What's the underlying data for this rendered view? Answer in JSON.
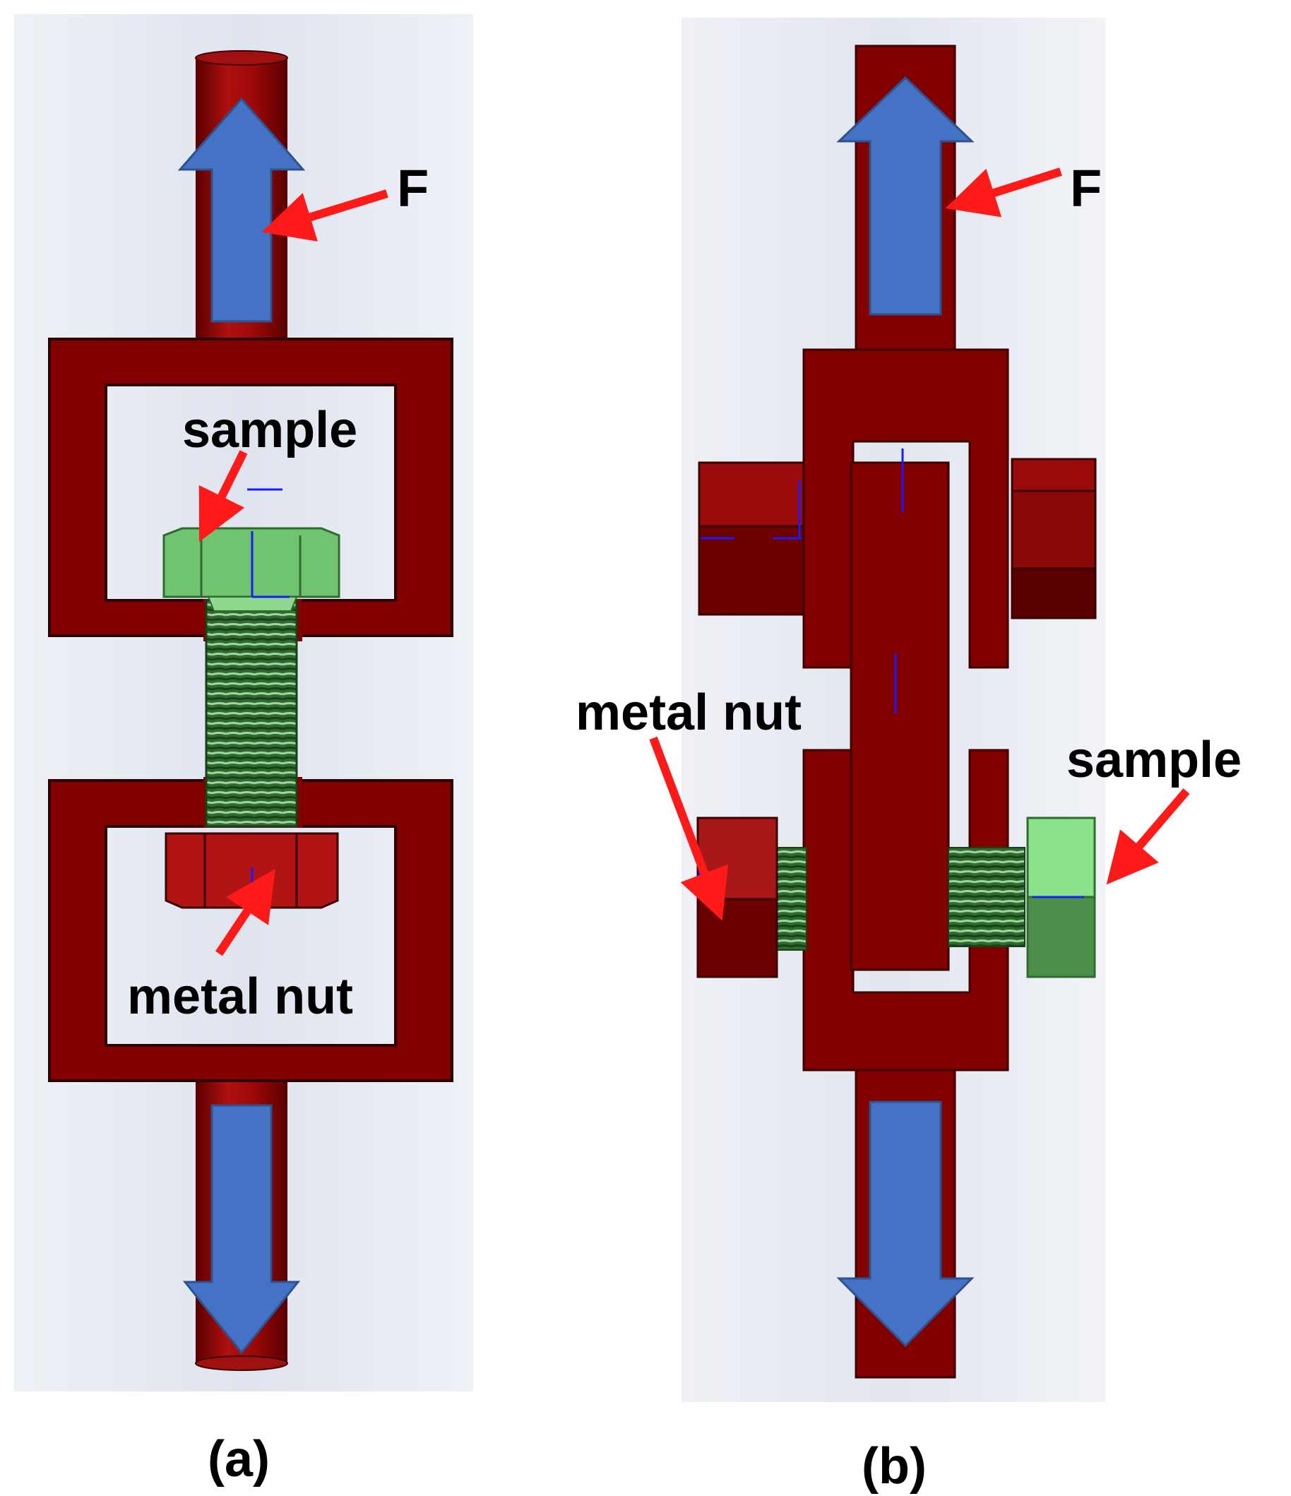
{
  "figure": {
    "panel_a": {
      "force_label": "F",
      "sample_label": "sample",
      "nut_label": "metal nut",
      "caption": "(a)"
    },
    "panel_b": {
      "force_label": "F",
      "nut_label": "metal nut",
      "sample_label": "sample",
      "caption": "(b)"
    }
  },
  "colors": {
    "frame_red": "#820000",
    "frame_edge": "#3a0000",
    "arrow_blue": "#4472c4",
    "bolt_green": "#70c470",
    "bolt_dark": "#2f6b2f",
    "pointer_red": "#ff1a1a"
  }
}
